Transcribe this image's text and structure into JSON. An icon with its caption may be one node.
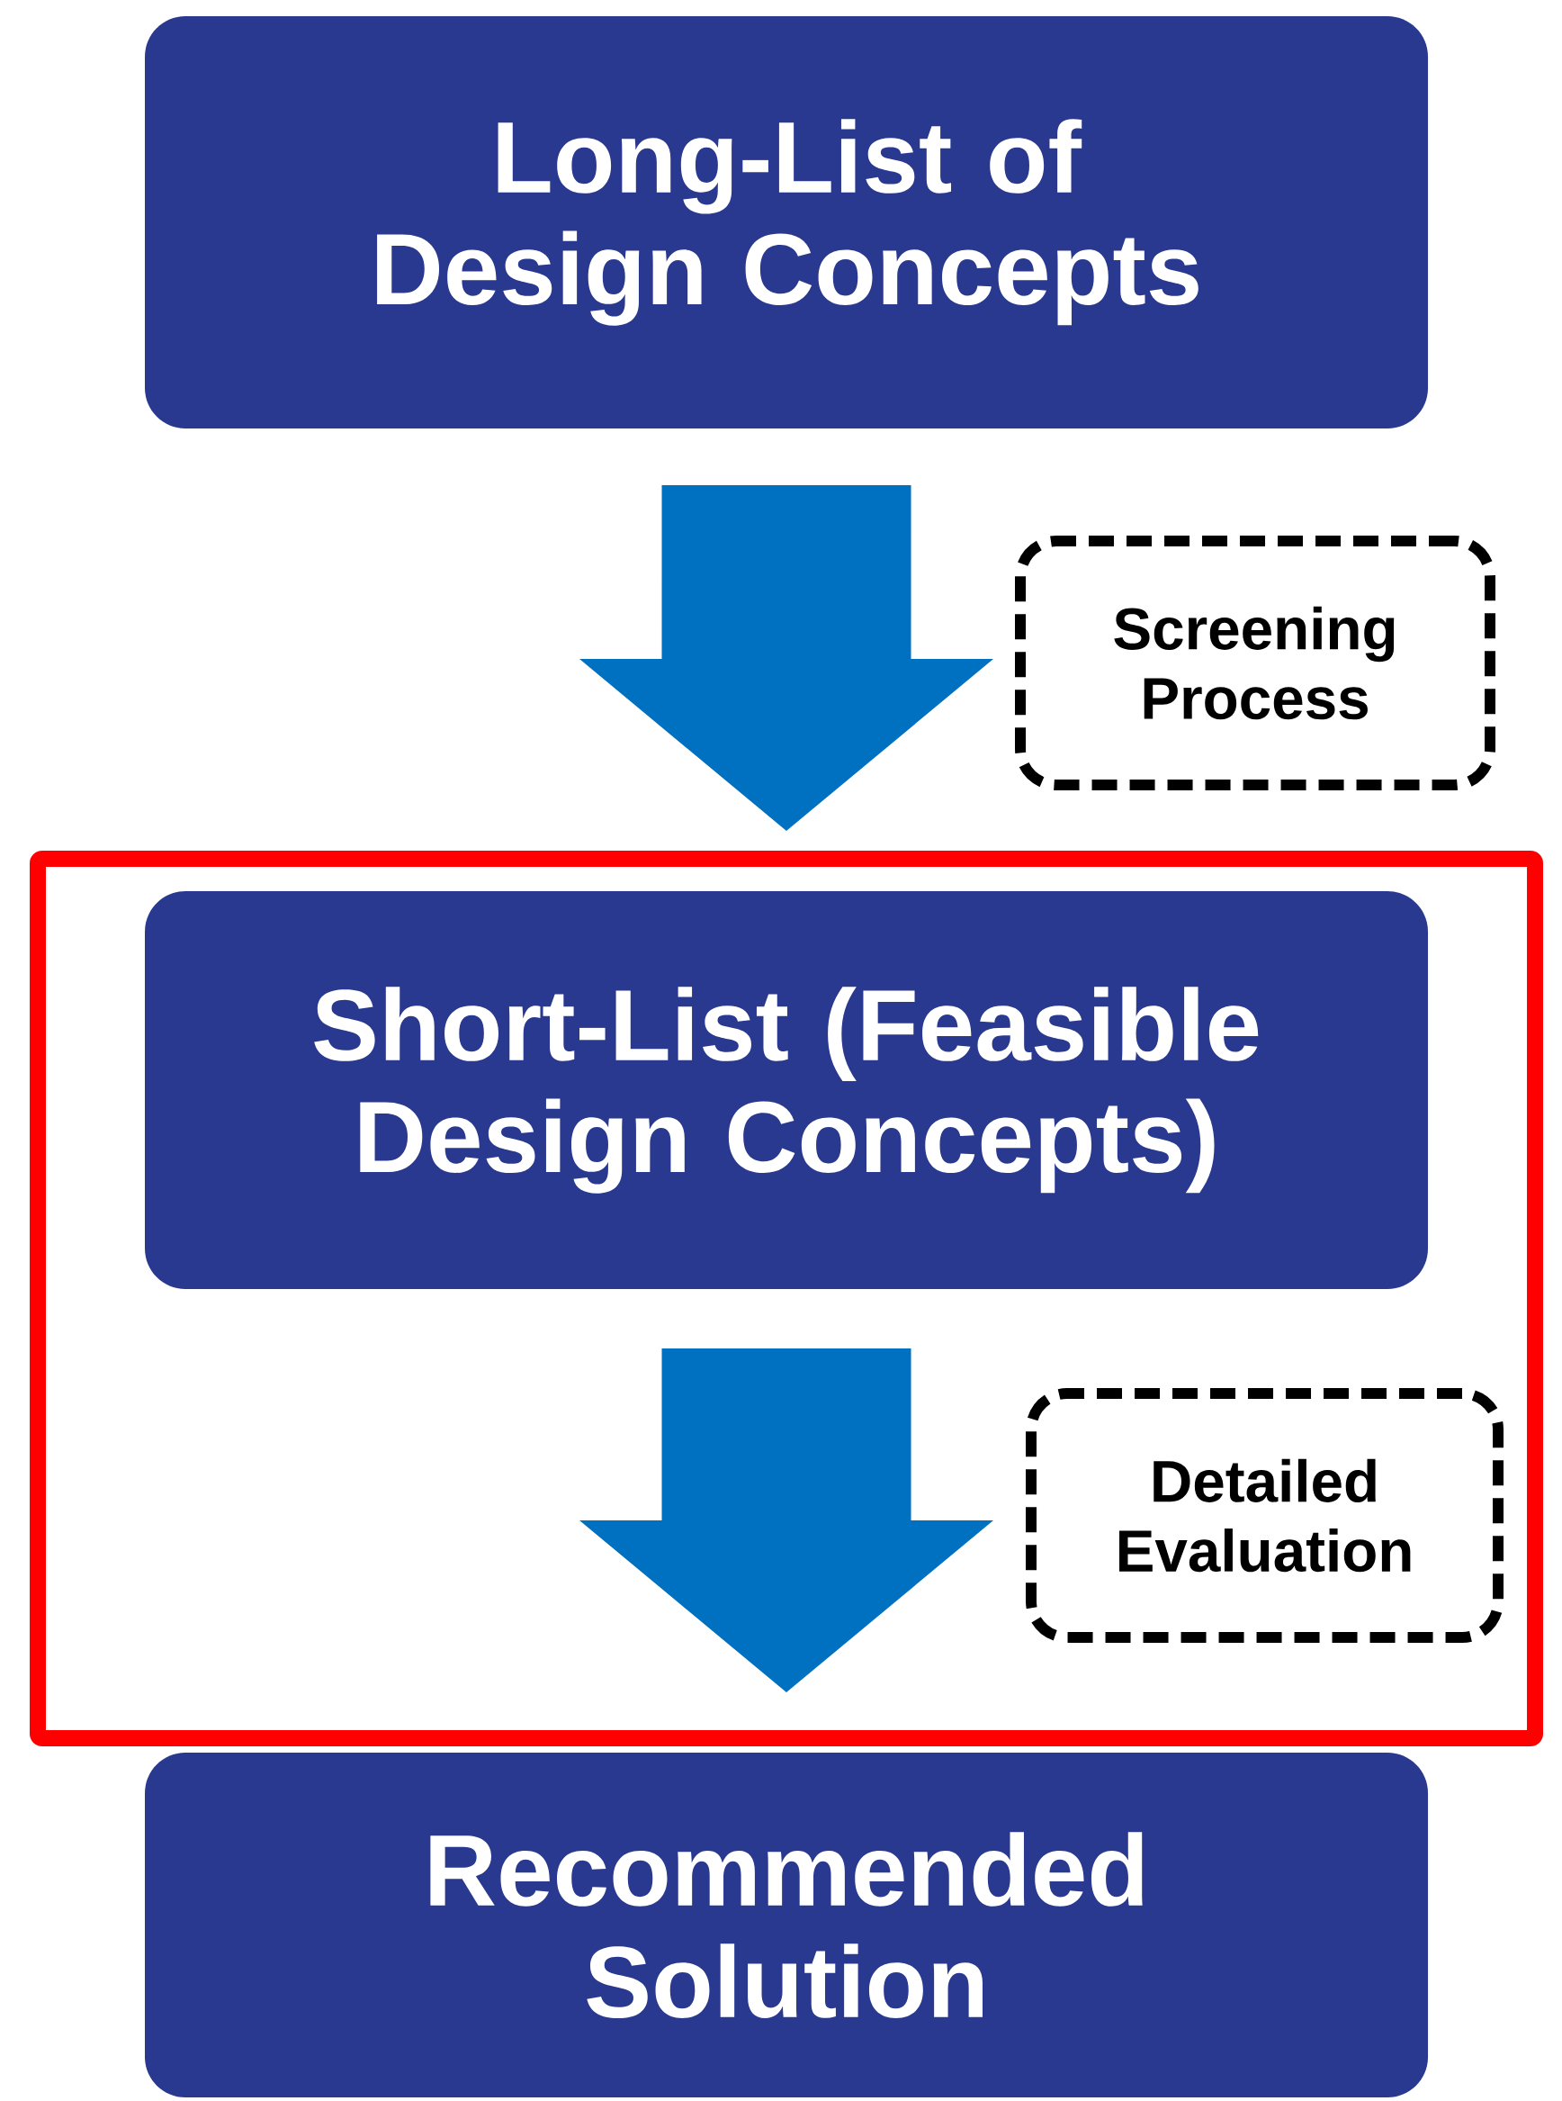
{
  "diagram": {
    "nodes": [
      {
        "text": [
          "Long-List of Design Concepts"
        ]
      },
      {
        "text": [
          "Screening Process"
        ]
      },
      {
        "text": [],
        "shape": "box"
      },
      {
        "text": [
          "Short-List (Feasible Design Concepts)"
        ],
        "in": 2
      },
      {
        "text": [
          "Detailed Evaluation"
        ],
        "in": 2
      },
      {
        "text": [
          "Recommended Solution"
        ]
      }
    ],
    "edges": [
      {
        "from": 0,
        "to": 3,
        "arrow": "to",
        "style": "thick",
        "color": "#0070c0"
      },
      {
        "from": 3,
        "to": 5,
        "arrow": "to",
        "style": "thick",
        "color": "#0070c0"
      }
    ]
  }
}
